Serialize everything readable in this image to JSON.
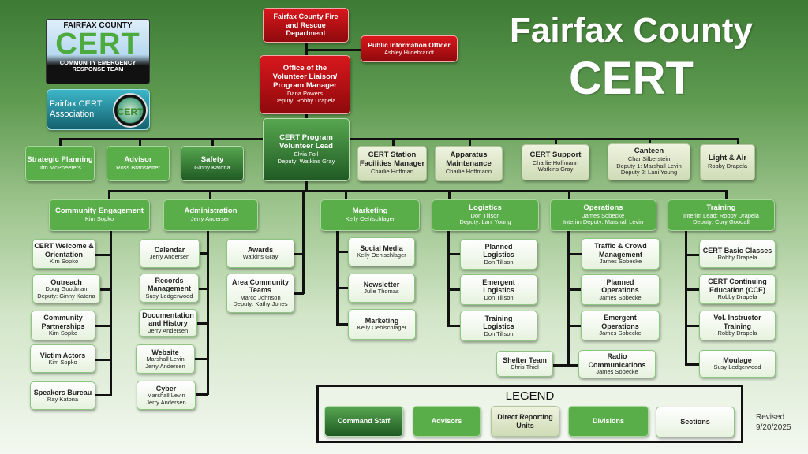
{
  "header": {
    "title_line1": "Fairfax County",
    "title_line2": "CERT"
  },
  "logo": {
    "top": "FAIRFAX COUNTY",
    "main": "CERT",
    "bottom": "COMMUNITY EMERGENCY RESPONSE TEAM"
  },
  "association": {
    "label_line1": "Fairfax CERT",
    "label_line2": "Association",
    "badge_top": "FAIRFAX",
    "badge_main": "CERT",
    "badge_bottom": "ASSOCIATION"
  },
  "command": {
    "fire": {
      "title": "Fairfax County Fire and Rescue Department"
    },
    "pio": {
      "title": "Public Information Officer",
      "name": "Ashley Hildebrandt"
    },
    "office": {
      "title": "Office of the Volunteer Liaison/ Program Manager",
      "name": "Dana Powers",
      "deputy": "Deputy: Robby Drapela"
    },
    "lead": {
      "title": "CERT Program Volunteer Lead",
      "name": "Elvia Foil",
      "deputy": "Deputy: Watkins Gray"
    }
  },
  "advisors": [
    {
      "title": "Strategic Planning",
      "name": "Jim McPheeters"
    },
    {
      "title": "Advisor",
      "name": "Ross Branstetter"
    },
    {
      "title": "Safety",
      "name": "Ginny Katona"
    }
  ],
  "dru": [
    {
      "title": "CERT Station Facilities Manager",
      "name": "Charlie Hoffman"
    },
    {
      "title": "Apparatus Maintenance",
      "name": "Charlie Hoffmann"
    },
    {
      "title": "CERT Support",
      "name": "Charlie Hoffmann",
      "name2": "Watkins Gray"
    },
    {
      "title": "Canteen",
      "name": "Char Silberstein",
      "name2": "Deputy 1: Marshall Levin",
      "name3": "Deputy 2: Lani Young"
    },
    {
      "title": "Light & Air",
      "name": "Robby Drapela"
    }
  ],
  "divisions": [
    {
      "title": "Community Engagement",
      "name": "Kim Sopko",
      "sections": [
        {
          "title": "CERT Welcome & Orientation",
          "name": "Kim Sopko"
        },
        {
          "title": "Outreach",
          "name": "Doug Goodman",
          "name2": "Deputy: Ginny Katona"
        },
        {
          "title": "Community Partnerships",
          "name": "Kim Sopko"
        },
        {
          "title": "Victim Actors",
          "name": "Kim Sopko"
        },
        {
          "title": "Speakers Bureau",
          "name": "Ray Katona"
        }
      ]
    },
    {
      "title": "Administration",
      "name": "Jerry Andersen",
      "sections": [
        {
          "title": "Calendar",
          "name": "Jerry Andersen"
        },
        {
          "title": "Records Management",
          "name": "Susy Ledgerwood"
        },
        {
          "title": "Documentation and History",
          "name": "Jerry Andersen"
        },
        {
          "title": "Website",
          "name": "Marshall Levin",
          "name2": "Jerry Andersen"
        },
        {
          "title": "Cyber",
          "name": "Marshall Levin",
          "name2": "Jerry Andersen"
        }
      ]
    },
    {
      "title": "Marketing",
      "name": "Kelly Oehlschlager",
      "sections": [
        {
          "title": "Social Media",
          "name": "Kelly Oehlschlager"
        },
        {
          "title": "Newsletter",
          "name": "Julie Thomas"
        },
        {
          "title": "Marketing",
          "name": "Kelly Oehlschlager"
        }
      ]
    },
    {
      "title": "Logistics",
      "name": "Don Tillson",
      "name2": "Deputy: Lani Young",
      "sections": [
        {
          "title": "Planned Logistics",
          "name": "Don Tillson"
        },
        {
          "title": "Emergent Logistics",
          "name": "Don Tillson"
        },
        {
          "title": "Training Logistics",
          "name": "Don Tillson"
        }
      ]
    },
    {
      "title": "Operations",
      "name": "James Sobecke",
      "name2": "Interim Deputy: Marshall Levin",
      "sections": [
        {
          "title": "Traffic & Crowd Management",
          "name": "James Sobecke"
        },
        {
          "title": "Planned Operations",
          "name": "James Sobecke"
        },
        {
          "title": "Emergent Operations",
          "name": "James Sobecke"
        },
        {
          "title": "Radio Communications",
          "name": "James Sobecke"
        },
        {
          "title": "Shelter Team",
          "name": "Chris Thiel"
        }
      ]
    },
    {
      "title": "Training",
      "name": "Interim Lead: Robby Drapela",
      "name2": "Deputy: Cory Goodall",
      "sections": [
        {
          "title": "CERT Basic Classes",
          "name": "Robby Drapela"
        },
        {
          "title": "CERT Continuing Education (CCE)",
          "name": "Robby Drapela"
        },
        {
          "title": "Vol. Instructor Training",
          "name": "Robby Drapela"
        },
        {
          "title": "Moulage",
          "name": "Susy Ledgerwood"
        }
      ]
    }
  ],
  "other_sections": [
    {
      "title": "Awards",
      "name": "Watkins Gray"
    },
    {
      "title": "Area Community Teams",
      "name": "Marco Johnson",
      "name2": "Deputy: Kathy Jones"
    }
  ],
  "legend": {
    "title": "LEGEND",
    "items": [
      "Command Staff",
      "Advisors",
      "Direct Reporting Units",
      "Divisions",
      "Sections"
    ]
  },
  "revised": {
    "label": "Revised",
    "date": "9/20/2025"
  }
}
